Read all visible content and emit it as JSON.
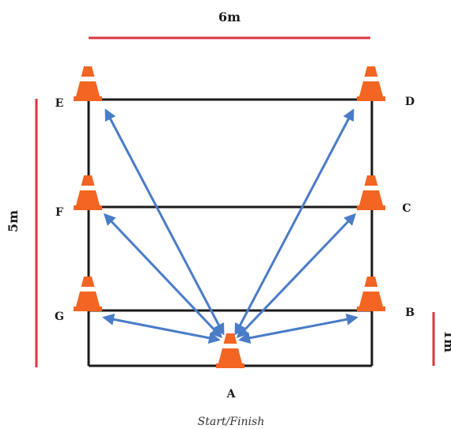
{
  "dimensions": {
    "width_label": "6m",
    "height_label": "5m",
    "small_label": "1m"
  },
  "points": {
    "A": "A",
    "B": "B",
    "C": "C",
    "D": "D",
    "E": "E",
    "F": "F",
    "G": "G"
  },
  "caption": "Start/Finish",
  "colors": {
    "cone": "#f26522",
    "cone_stripe": "#ffffff",
    "arrow": "#4a7cc7",
    "dimension_line": "#d9363e",
    "course_line": "#1a1a1a"
  }
}
